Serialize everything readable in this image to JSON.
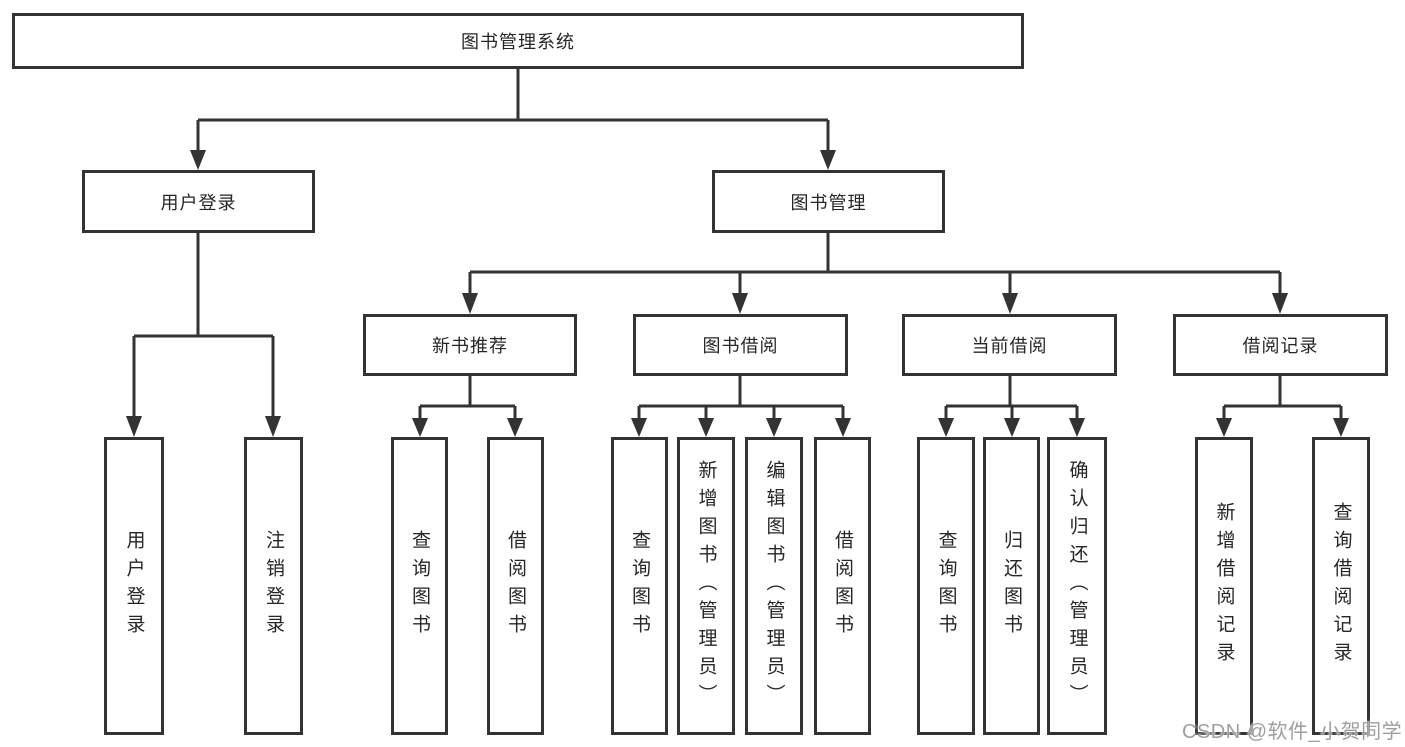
{
  "tree": {
    "label": "图书管理系统",
    "children": [
      {
        "label": "用户登录",
        "children": [
          {
            "label": "用户登录"
          },
          {
            "label": "注销登录"
          }
        ]
      },
      {
        "label": "图书管理",
        "children": [
          {
            "label": "新书推荐",
            "children": [
              {
                "label": "查询图书"
              },
              {
                "label": "借阅图书"
              }
            ]
          },
          {
            "label": "图书借阅",
            "children": [
              {
                "label": "查询图书"
              },
              {
                "label": "新增图书（管理员）"
              },
              {
                "label": "编辑图书（管理员）"
              },
              {
                "label": "借阅图书"
              }
            ]
          },
          {
            "label": "当前借阅",
            "children": [
              {
                "label": "查询图书"
              },
              {
                "label": "归还图书"
              },
              {
                "label": "确认归还（管理员）"
              }
            ]
          },
          {
            "label": "借阅记录",
            "children": [
              {
                "label": "新增借阅记录"
              },
              {
                "label": "查询借阅记录"
              }
            ]
          }
        ]
      }
    ]
  },
  "watermark": {
    "text": "CSDN @软件_小贺同学"
  },
  "colors": {
    "line": "#333333",
    "box_border": "#333333",
    "text": "#262626",
    "watermark": "#9e9e9e",
    "background": "#ffffff"
  }
}
